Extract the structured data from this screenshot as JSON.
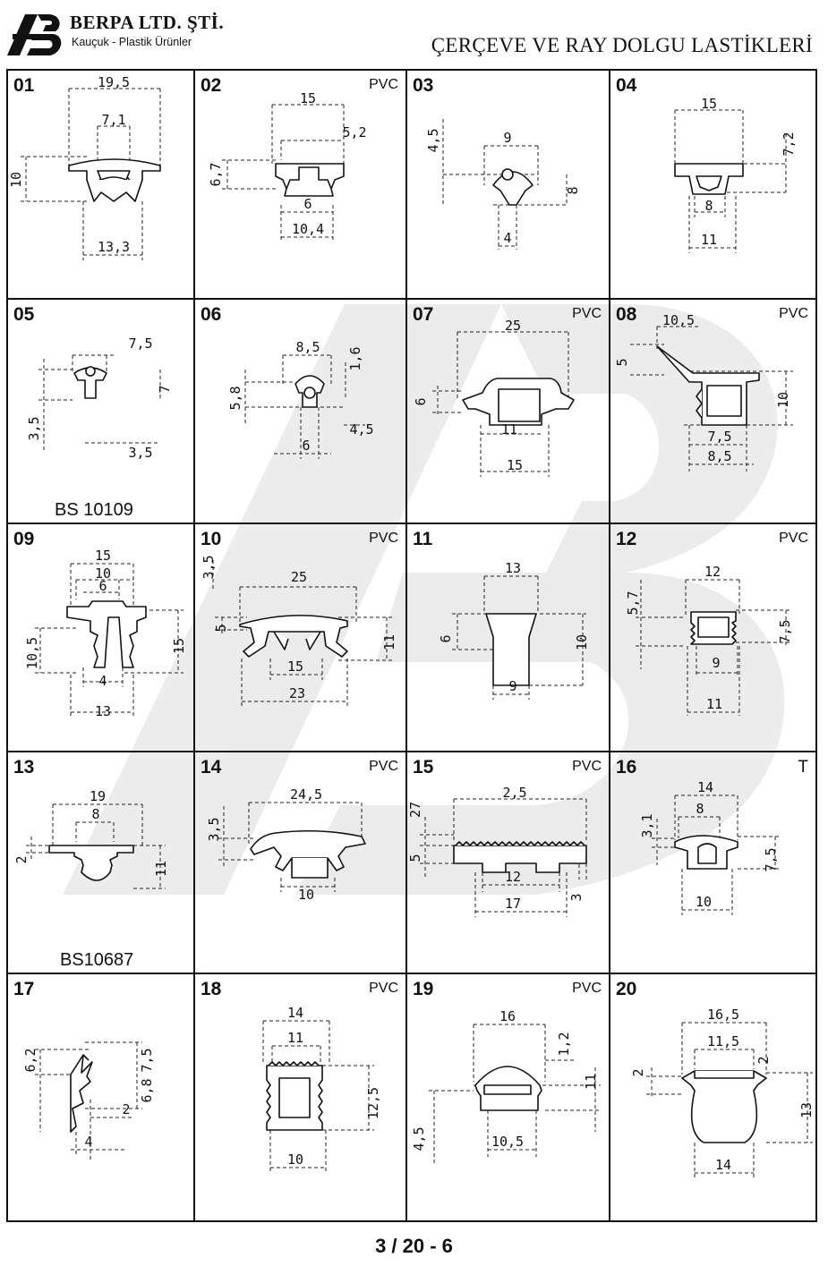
{
  "header": {
    "company": "BERPA LTD. ŞTİ.",
    "subtitle": "Kauçuk - Plastik Ürünler",
    "title": "ÇERÇEVE VE RAY DOLGU LASTİKLERİ"
  },
  "cells": [
    {
      "num": "01",
      "material": "",
      "standard": "",
      "dims": [
        "19,5",
        "7,1",
        "10",
        "13,3"
      ]
    },
    {
      "num": "02",
      "material": "PVC",
      "standard": "",
      "dims": [
        "15",
        "5,2",
        "6,7",
        "6",
        "10,4"
      ]
    },
    {
      "num": "03",
      "material": "",
      "standard": "",
      "dims": [
        "9",
        "4,5",
        "8",
        "4"
      ]
    },
    {
      "num": "04",
      "material": "",
      "standard": "",
      "dims": [
        "15",
        "7,2",
        "8",
        "11"
      ]
    },
    {
      "num": "05",
      "material": "",
      "standard": "BS 10109",
      "dims": [
        "7,5",
        "7",
        "3,5",
        "3,5"
      ]
    },
    {
      "num": "06",
      "material": "",
      "standard": "",
      "dims": [
        "8,5",
        "1,6",
        "5,8",
        "4,5",
        "6"
      ]
    },
    {
      "num": "07",
      "material": "PVC",
      "standard": "",
      "dims": [
        "25",
        "6",
        "11",
        "15"
      ]
    },
    {
      "num": "08",
      "material": "PVC",
      "standard": "",
      "dims": [
        "10,5",
        "5",
        "10",
        "7,5",
        "8,5"
      ]
    },
    {
      "num": "09",
      "material": "",
      "standard": "",
      "dims": [
        "15",
        "10",
        "6",
        "10,5",
        "15",
        "4",
        "13"
      ]
    },
    {
      "num": "10",
      "material": "PVC",
      "standard": "",
      "dims": [
        "3,5",
        "25",
        "5",
        "11",
        "15",
        "23"
      ]
    },
    {
      "num": "11",
      "material": "",
      "standard": "",
      "dims": [
        "13",
        "6",
        "10",
        "9"
      ]
    },
    {
      "num": "12",
      "material": "PVC",
      "standard": "",
      "dims": [
        "12",
        "5,7",
        "7,5",
        "9",
        "11"
      ]
    },
    {
      "num": "13",
      "material": "",
      "standard": "BS10687",
      "dims": [
        "19",
        "8",
        "2",
        "11"
      ]
    },
    {
      "num": "14",
      "material": "PVC",
      "standard": "",
      "dims": [
        "24,5",
        "3,5",
        "10"
      ]
    },
    {
      "num": "15",
      "material": "PVC",
      "standard": "",
      "dims": [
        "2,5",
        "27",
        "5",
        "12",
        "3",
        "17"
      ]
    },
    {
      "num": "16",
      "material": "T",
      "standard": "",
      "dims": [
        "14",
        "3,1",
        "8",
        "7,5",
        "10"
      ]
    },
    {
      "num": "17",
      "material": "",
      "standard": "",
      "dims": [
        "6,2",
        "7,5",
        "6,8",
        "2",
        "4"
      ]
    },
    {
      "num": "18",
      "material": "PVC",
      "standard": "",
      "dims": [
        "14",
        "11",
        "12,5",
        "10"
      ]
    },
    {
      "num": "19",
      "material": "PVC",
      "standard": "",
      "dims": [
        "16",
        "1,2",
        "11",
        "4,5",
        "10,5"
      ]
    },
    {
      "num": "20",
      "material": "",
      "standard": "",
      "dims": [
        "16,5",
        "11,5",
        "2",
        "2",
        "13",
        "14"
      ]
    }
  ],
  "footer": {
    "page": "3 / 20 - 6"
  }
}
